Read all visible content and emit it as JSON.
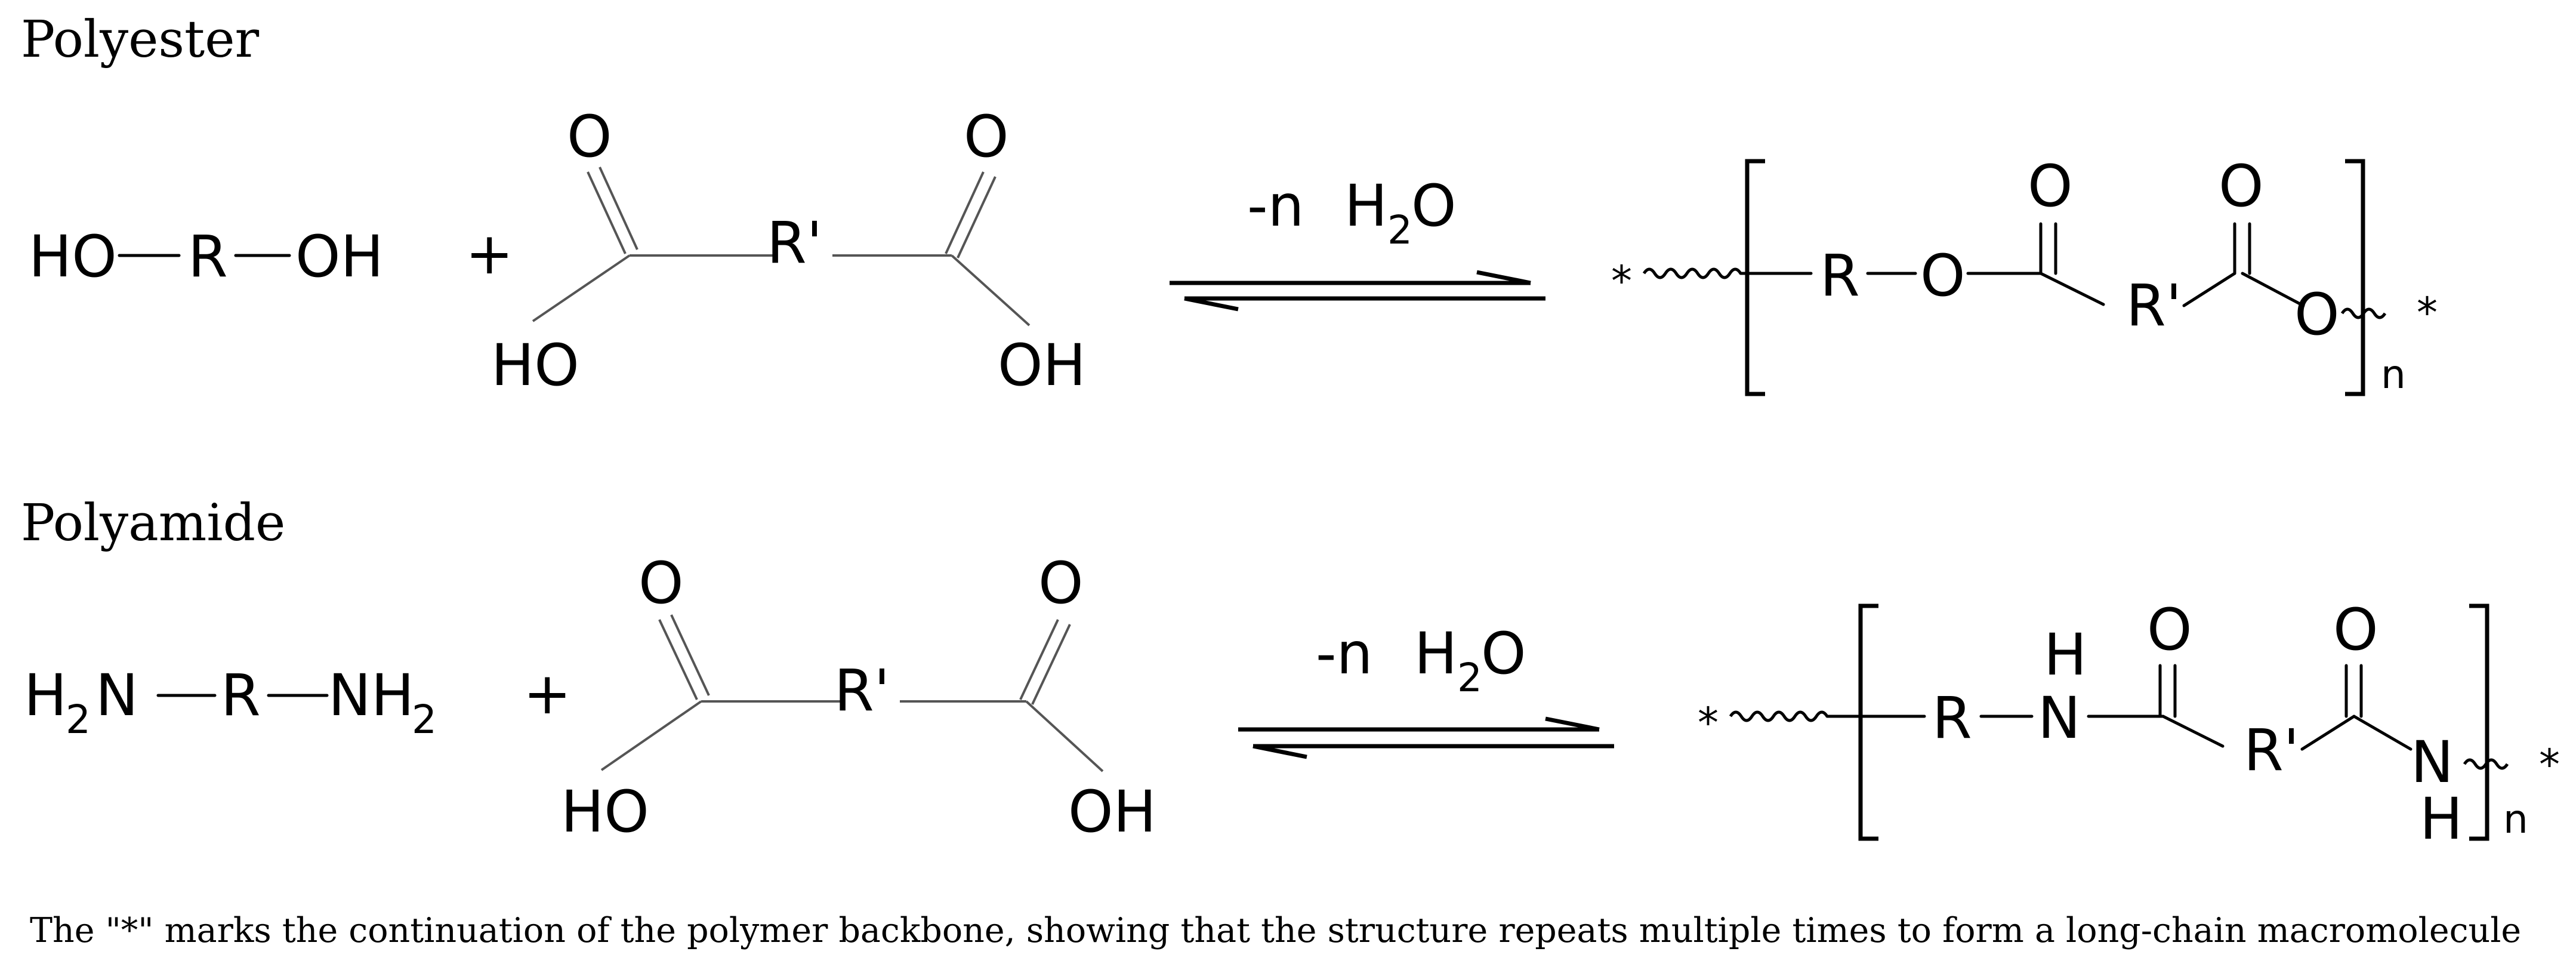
{
  "sections": {
    "polyester": {
      "title": "Polyester",
      "diol": {
        "left": "HO",
        "center": "R",
        "right": "OH"
      },
      "plus": "+",
      "diacid": {
        "carbonyl_o": "O",
        "linker": "R'",
        "hydroxyl_left": "HO",
        "hydroxyl_right": "OH"
      },
      "byproduct": {
        "coeff": "-n",
        "formula_h": "H",
        "formula_sub": "2",
        "formula_o": "O"
      },
      "product": {
        "end_star": "*",
        "r": "R",
        "o1": "O",
        "carbonyl_o": "O",
        "r_prime": "R'",
        "o2": "O",
        "repeat": "n"
      }
    },
    "polyamide": {
      "title": "Polyamide",
      "diamine": {
        "left_h": "H",
        "left_sub": "2",
        "left_n": "N",
        "center": "R",
        "right_nh": "NH",
        "right_sub": "2"
      },
      "plus": "+",
      "diacid": {
        "carbonyl_o": "O",
        "linker": "R'",
        "hydroxyl_left": "HO",
        "hydroxyl_right": "OH"
      },
      "byproduct": {
        "coeff": "-n",
        "formula_h": "H",
        "formula_sub": "2",
        "formula_o": "O"
      },
      "product": {
        "end_star": "*",
        "r": "R",
        "n1": "N",
        "h1": "H",
        "carbonyl_o": "O",
        "r_prime": "R'",
        "n2": "N",
        "h2": "H",
        "repeat": "n"
      }
    }
  },
  "caption": "The \"*\" marks the continuation of the polymer backbone, showing that the structure repeats multiple times to form a long-chain macromolecule"
}
